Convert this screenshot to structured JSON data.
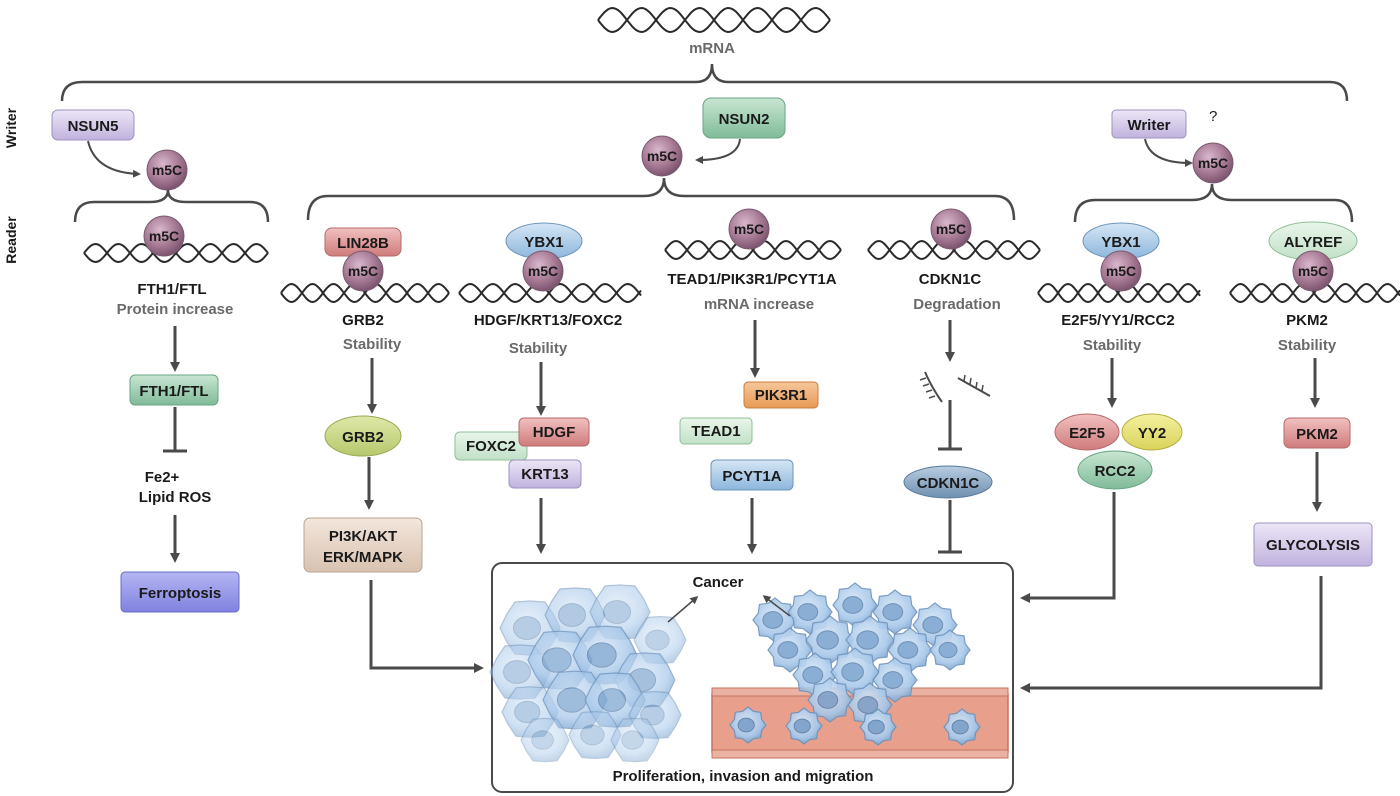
{
  "mrna_label": "mRNA",
  "side_labels": {
    "writer": "Writer",
    "reader": "Reader"
  },
  "m5c": "m5C",
  "writers": {
    "nsun5": "NSUN5",
    "nsun2": "NSUN2",
    "unknown": "Writer",
    "unknown_mark": "?"
  },
  "columns": {
    "c1": {
      "gene": "FTH1/FTL",
      "effect": "Protein increase",
      "step1": "FTH1/FTL",
      "step2_line1": "Fe2+",
      "step2_line2": "Lipid ROS",
      "outcome": "Ferroptosis"
    },
    "c2": {
      "reader": "LIN28B",
      "gene": "GRB2",
      "effect": "Stability",
      "step1": "GRB2",
      "step2_line1": "PI3K/AKT",
      "step2_line2": "ERK/MAPK"
    },
    "c3": {
      "reader": "YBX1",
      "gene": "HDGF/KRT13/FOXC2",
      "effect": "Stability",
      "p1": "HDGF",
      "p2": "FOXC2",
      "p3": "KRT13"
    },
    "c4": {
      "gene": "TEAD1/PIK3R1/PCYT1A",
      "effect": "mRNA increase",
      "p1": "PIK3R1",
      "p2": "TEAD1",
      "p3": "PCYT1A"
    },
    "c5": {
      "gene": "CDKN1C",
      "effect": "Degradation",
      "step1": "CDKN1C"
    },
    "c6": {
      "reader": "YBX1",
      "gene": "E2F5/YY1/RCC2",
      "effect": "Stability",
      "p1": "E2F5",
      "p2": "YY2",
      "p3": "RCC2"
    },
    "c7": {
      "reader": "ALYREF",
      "gene": "PKM2",
      "effect": "Stability",
      "step1": "PKM2",
      "step2": "GLYCOLYSIS"
    }
  },
  "cancer_box": {
    "label": "Cancer",
    "caption": "Proliferation, invasion and migration"
  },
  "colors": {
    "m5c_ball": "#a87b95",
    "nsun": "#d8d2ea",
    "nsun2": "#8dc4a6",
    "green_box": "#8fc9a8",
    "red_box": "#de8a8a",
    "blue_box": "#a6c8e4",
    "purple_box": "#cbbfe4",
    "ferroptosis": "#8d8fe6",
    "cell": "#a7c8ea",
    "vessel": "#e8a08c"
  }
}
